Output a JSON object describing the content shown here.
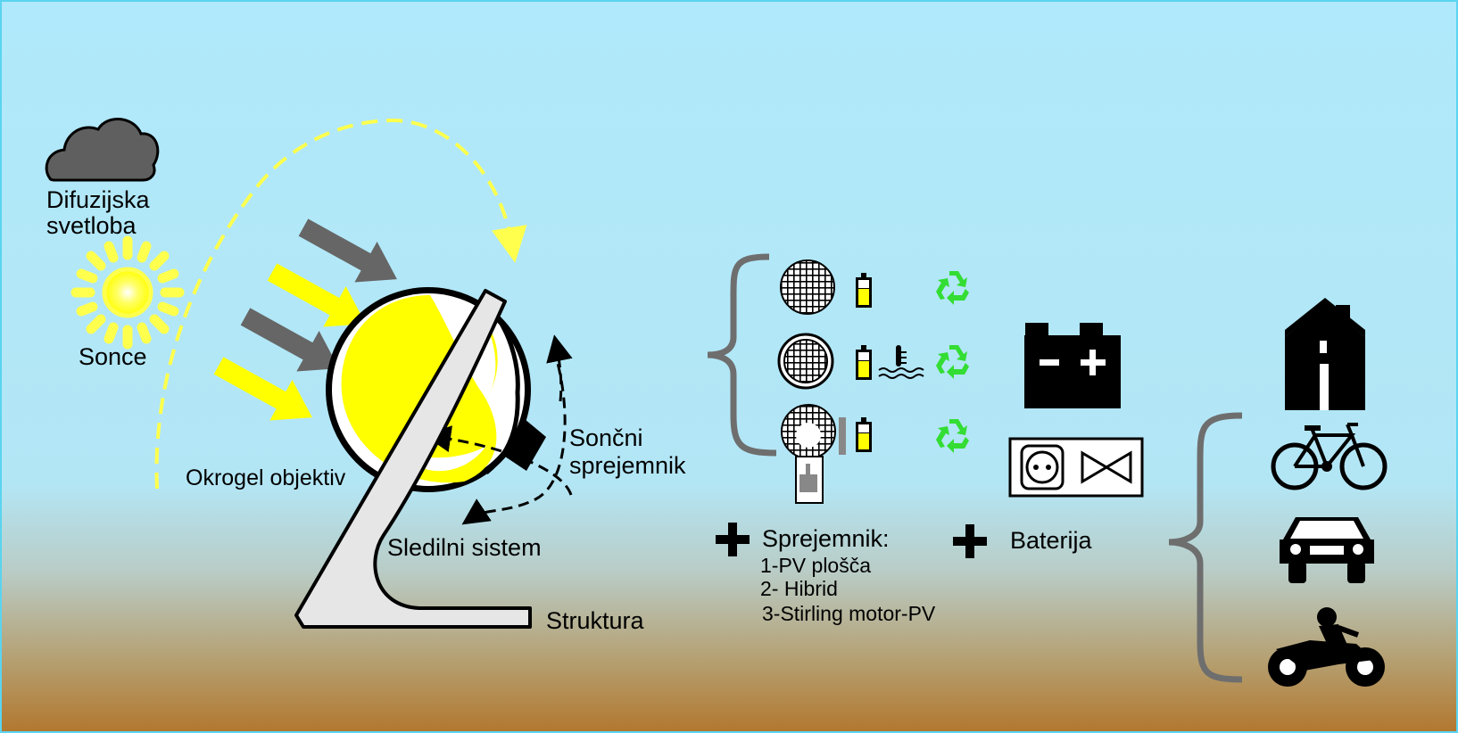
{
  "labels": {
    "diffuse_line1": "Difuzijska",
    "diffuse_line2": "svetloba",
    "sun": "Sonce",
    "lens": "Okrogel objektiv",
    "receiver_line1": "Sončni",
    "receiver_line2": "sprejemnik",
    "tracking": "Sledilni sistem",
    "structure": "Struktura",
    "receiver_title": "Sprejemnik:",
    "receiver_opt1": "1-PV plošča",
    "receiver_opt2": "2- Hibrid",
    "receiver_opt3": "3-Stirling motor-PV",
    "battery": "Baterija"
  },
  "colors": {
    "sky_top": "#b0e9fb",
    "sky_mid": "#b3e6f5",
    "ground_bottom": "#b2772e",
    "sun_yellow": "#ffff00",
    "sun_ray": "#ffff4d",
    "ray_gray": "#666666",
    "cloud_gray": "#5f5f5f",
    "frame_gray": "#e6e6e6",
    "brace_gray": "#6e6e6e",
    "recycle_green": "#33dd33"
  },
  "icons": [
    "cloud-icon",
    "sun-icon",
    "pv-cell-icon",
    "battery-small-icon",
    "thermometer-water-icon",
    "recycle-icon",
    "car-battery-icon",
    "power-outlet-icon",
    "bowtie-icon",
    "house-icon",
    "bicycle-icon",
    "car-icon",
    "motorcycle-icon",
    "plus-icon"
  ]
}
